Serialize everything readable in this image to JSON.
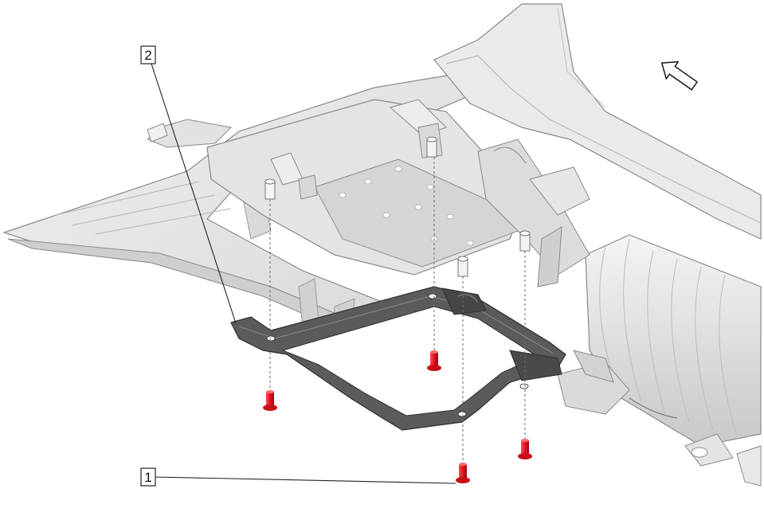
{
  "diagram": {
    "callouts": [
      {
        "id": "callout-1",
        "label": "1"
      },
      {
        "id": "callout-2",
        "label": "2"
      }
    ],
    "colors": {
      "panel_light": "#ececec",
      "panel_mid": "#dcdcdc",
      "panel_dark": "#c4c4c4",
      "edge": "#8a8a8a",
      "bracket": "#5b5b5b",
      "bracket_dark": "#3d3d3d",
      "fastener": "#e0141e",
      "fastener_dark": "#a40010",
      "leader": "#222222"
    },
    "icons": {
      "direction_arrow": "arrow-up-left-icon",
      "fastener": "bolt-icon"
    }
  }
}
